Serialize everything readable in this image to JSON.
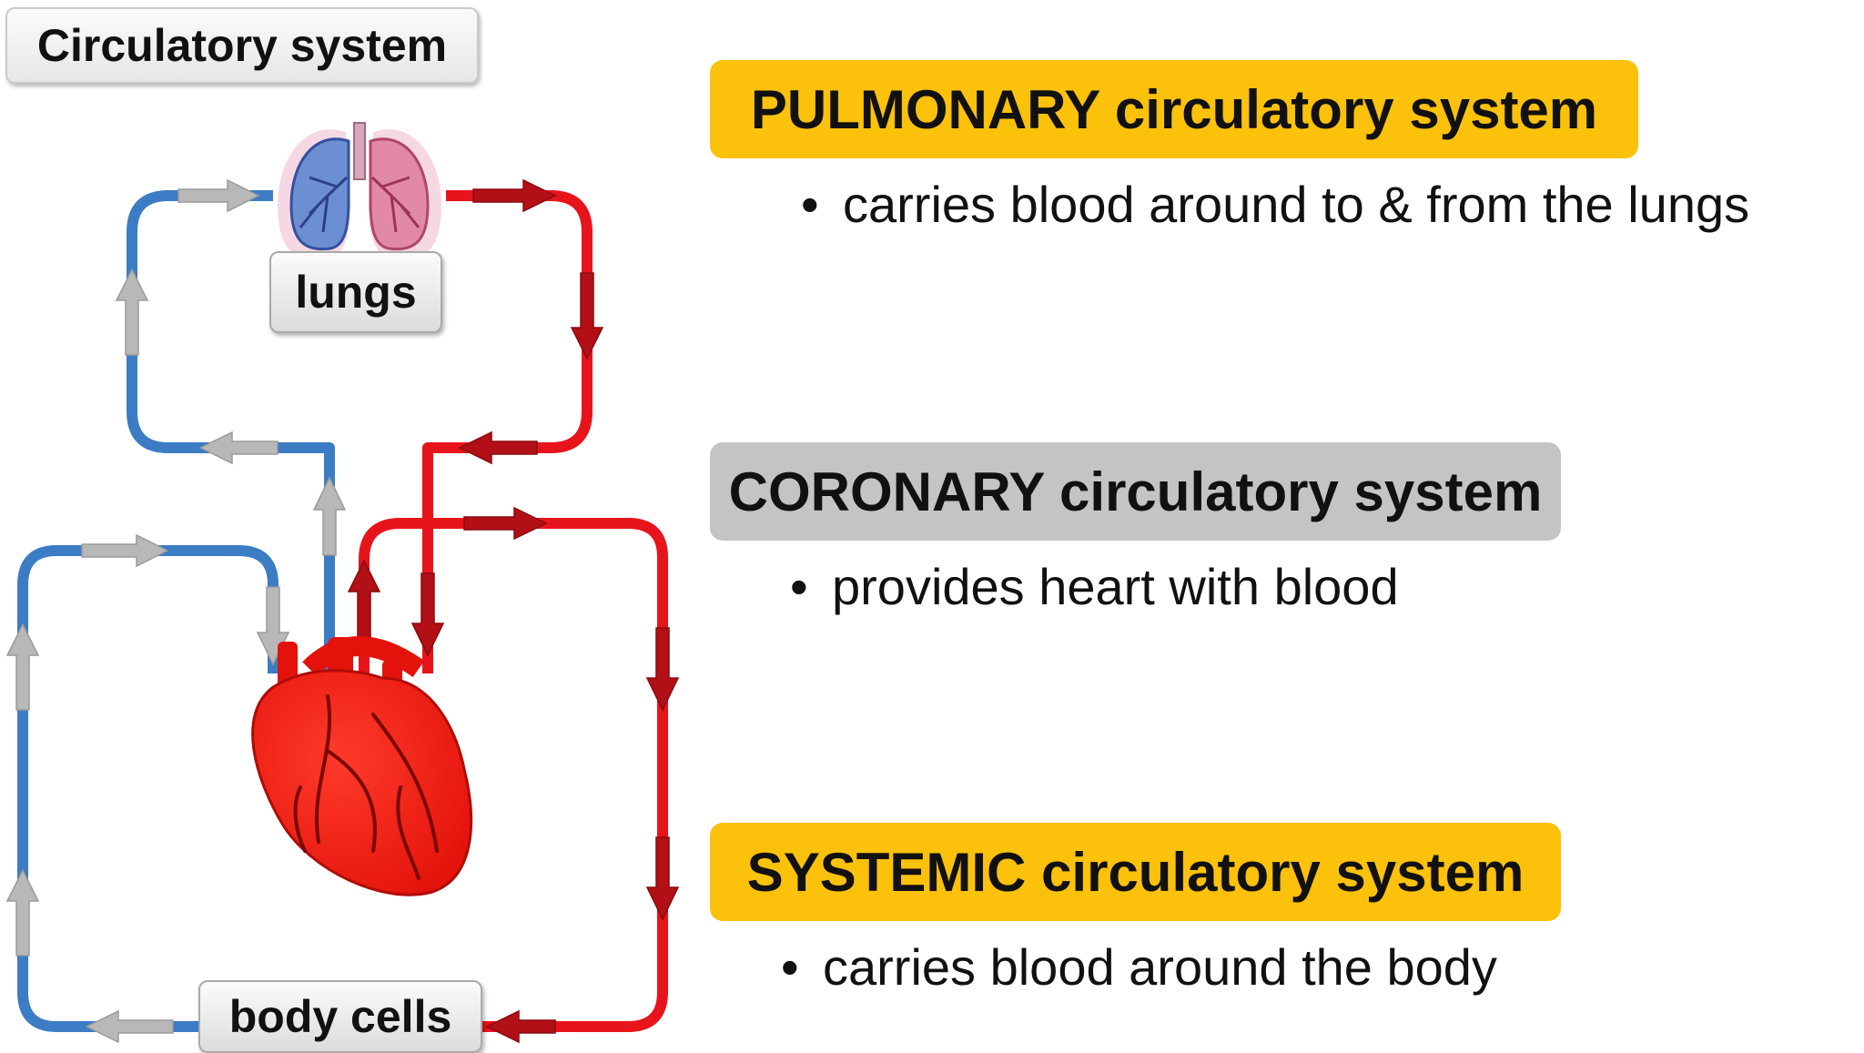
{
  "title": "Circulatory system",
  "diagram": {
    "lungs_label": "lungs",
    "body_label": "body cells",
    "colors": {
      "oxygenated": "#e8141b",
      "deoxygenated": "#3b7cc4",
      "arrow_gray": "#b8b8b8",
      "arrow_red": "#b30f16"
    },
    "icons": [
      "lungs-icon",
      "heart-icon",
      "flow-arrow-icon"
    ]
  },
  "sections": [
    {
      "heading": "PULMONARY circulatory system",
      "bullet": "carries blood around to & from the lungs",
      "color": "#fcc10b"
    },
    {
      "heading": "CORONARY circulatory system",
      "bullet": "provides heart with blood",
      "color": "#c4c4c4"
    },
    {
      "heading": "SYSTEMIC circulatory system",
      "bullet": "carries blood around the body",
      "color": "#fcc10b"
    }
  ]
}
